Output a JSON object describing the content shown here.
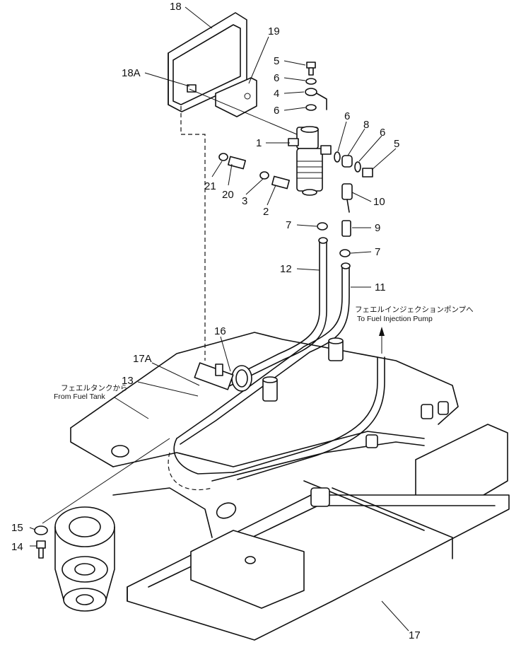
{
  "labels": {
    "l18": "18",
    "l19": "19",
    "l18a": "18A",
    "l5a": "5",
    "l6a": "6",
    "l4": "4",
    "l6b": "6",
    "l1": "1",
    "l6c": "6",
    "l8": "8",
    "l6d": "6",
    "l5b": "5",
    "l21": "21",
    "l20": "20",
    "l3": "3",
    "l2": "2",
    "l10": "10",
    "l7a": "7",
    "l9": "9",
    "l7b": "7",
    "l12": "12",
    "l11": "11",
    "l16": "16",
    "l17a": "17A",
    "l13": "13",
    "l15": "15",
    "l14": "14",
    "l17": "17"
  },
  "notes": {
    "to_pump_jp": "フェエルインジェクションポンプへ",
    "to_pump_en": "To Fuel Injection Pump",
    "from_tank_jp": "フェエルタンクから",
    "from_tank_en": "From Fuel Tank"
  }
}
